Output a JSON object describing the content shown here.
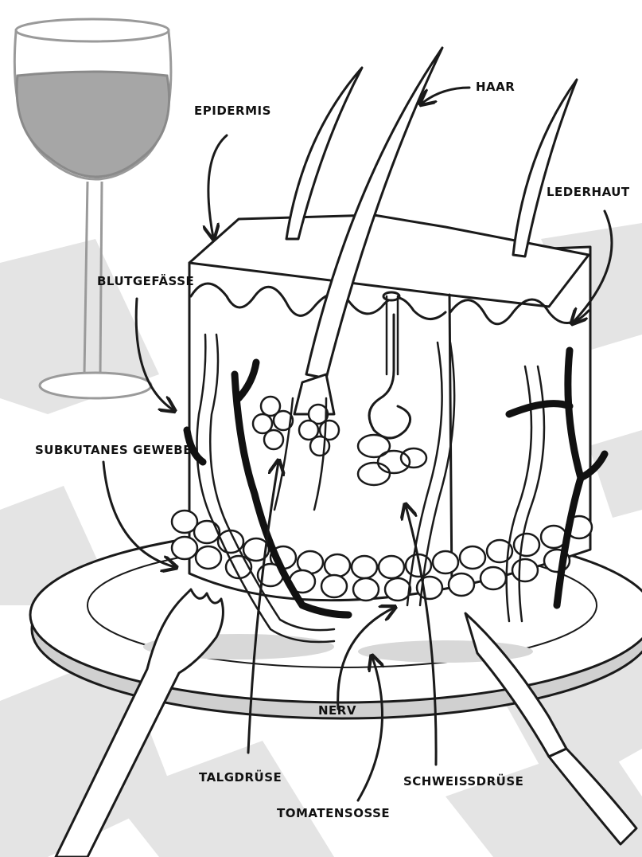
{
  "labels": {
    "haar": "HAAR",
    "epidermis": "EPIDERMIS",
    "lederhaut": "LEDERHAUT",
    "blutgefaesse": "BLUTGEFÄSSE",
    "subkutanes_gewebe": "SUBKUTANES GEWEBE",
    "nerv": "NERV",
    "talgdruese": "TALGDRÜSE",
    "schweissdruese": "SCHWEISSDRÜSE",
    "tomatensosse": "TOMATENSOSSE"
  },
  "colors": {
    "ink": "#1a1a1a",
    "wine": "#a6a6a6",
    "tablecloth_shade": "#e2e2e2",
    "plate_shadow": "#cfcfcf",
    "blood_vessel": "#111111"
  }
}
